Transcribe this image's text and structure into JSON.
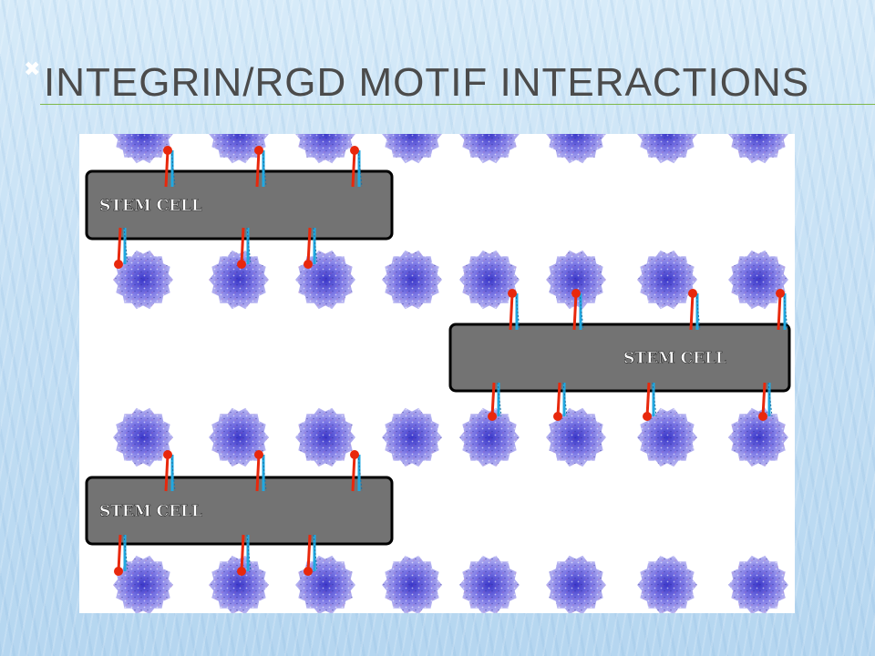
{
  "slide": {
    "title": "INTEGRIN/RGD MOTIF INTERACTIONS",
    "bullet_glyph": "✖"
  },
  "diagram": {
    "cells": [
      {
        "label": "STEM CELL",
        "particle_row_above": 0,
        "particle_row_below": 1
      },
      {
        "label": "STEM CELL",
        "particle_row_above": 1,
        "particle_row_below": 2
      },
      {
        "label": "STEM CELL",
        "particle_row_above": 2,
        "particle_row_below": 3
      }
    ],
    "particle_rows": 4,
    "particles_per_row": 8,
    "colors": {
      "cell_fill": "#737373",
      "cell_border": "#000000",
      "cell_text": "#ffffff",
      "particle_core": "#3a37c9",
      "particle_mid": "#7d79e6",
      "particle_edge": "#b9b7f2",
      "integrin_cyan": "#21a8e0",
      "rgd_red": "#e8280c"
    }
  }
}
